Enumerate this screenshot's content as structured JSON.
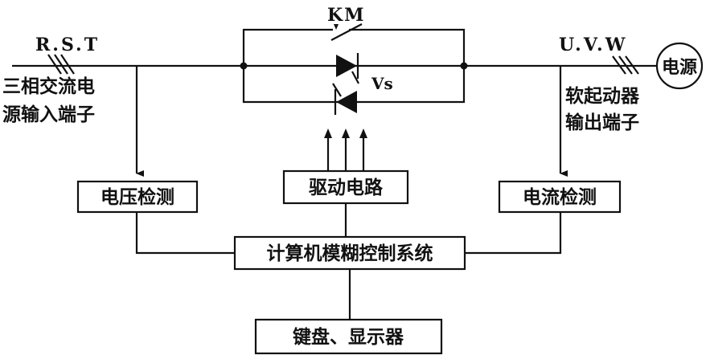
{
  "labels": {
    "km": "KM",
    "vs": "Vs",
    "rst": "R.S.T",
    "uvw": "U.V.W",
    "motor": "电源",
    "input_line1": "三相交流电",
    "input_line2": "源输入端子",
    "output_line1": "软起动器",
    "output_line2": "输出端子"
  },
  "blocks": {
    "voltage_detect": "电压检测",
    "drive_circuit": "驱动电路",
    "current_detect": "电流检测",
    "fuzzy_control": "计算机模糊控制系统",
    "keyboard_display": "键盘、显示器"
  }
}
